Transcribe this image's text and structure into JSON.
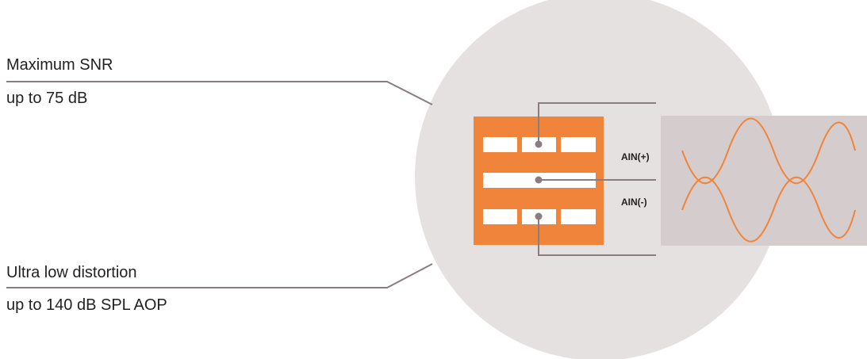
{
  "callouts": {
    "top": {
      "title": "Maximum SNR",
      "subtitle": "up to 75 dB"
    },
    "bottom": {
      "title": "Ultra low distortion",
      "subtitle": "up to 140 dB SPL AOP"
    }
  },
  "signals": {
    "positive_label": "AIN(+)",
    "negative_label": "AIN(-)"
  },
  "colors": {
    "circle": "#e6e1e1",
    "chip": "#ef843a",
    "scope_panel": "#d5cccd",
    "wave": "#ef843a",
    "connector": "#8a7d7f"
  }
}
